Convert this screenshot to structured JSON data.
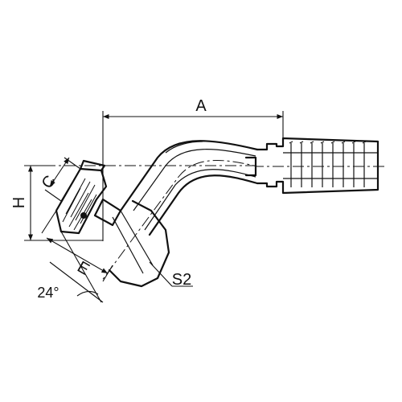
{
  "labels": {
    "a": "A",
    "c": "C",
    "h": "H",
    "e": "E",
    "s2": "S2",
    "angle": "24°"
  },
  "colors": {
    "line": "#111111",
    "background": "#ffffff"
  }
}
